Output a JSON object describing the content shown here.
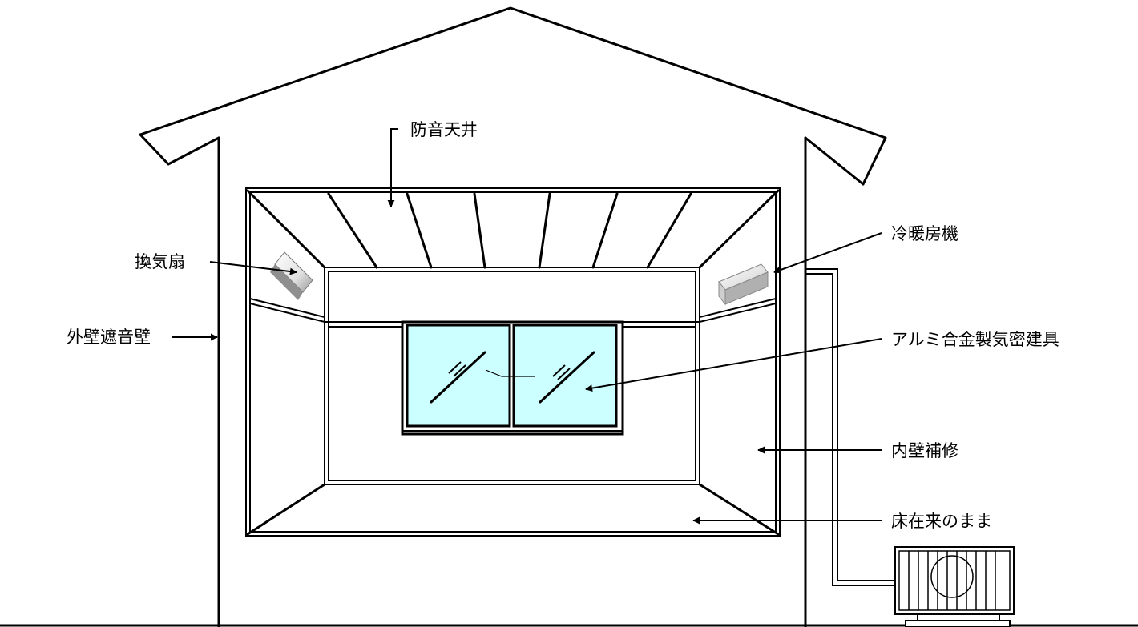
{
  "labels": {
    "ceiling": "防音天井",
    "ventilation_fan": "換気扇",
    "air_conditioner": "冷暖房機",
    "exterior_wall": "外壁遮音壁",
    "window": "アルミ合金製気密建具",
    "interior_wall": "内壁補修",
    "floor": "床在来のまま"
  },
  "colors": {
    "glass": "#ccffff",
    "line": "#000000",
    "background": "#ffffff"
  }
}
